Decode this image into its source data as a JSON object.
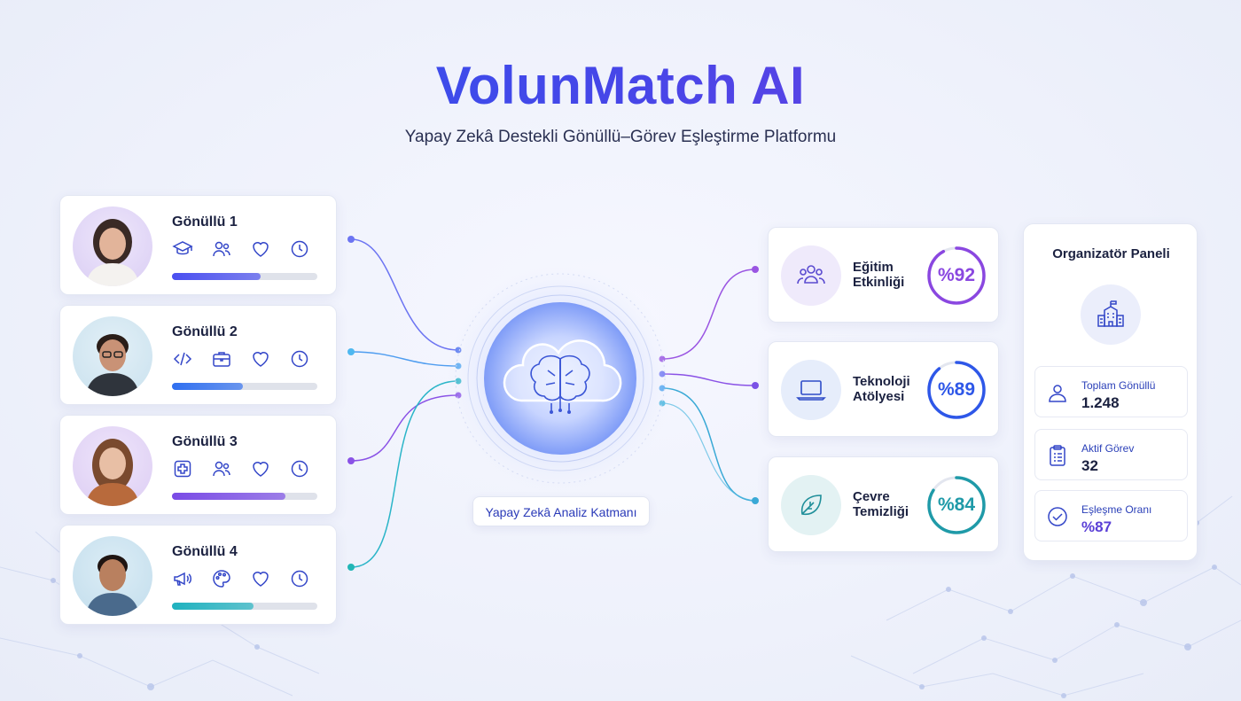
{
  "header": {
    "title": "VolunMatch AI",
    "subtitle": "Yapay Zekâ Destekli Gönüllü–Görev Eşleştirme Platformu"
  },
  "volunteers": [
    {
      "name": "Gönüllü 1",
      "icons": [
        "graduation-cap-icon",
        "users-icon",
        "heart-icon",
        "clock-icon"
      ],
      "progress": 0.61,
      "color": "#4a4ff0"
    },
    {
      "name": "Gönüllü 2",
      "icons": [
        "code-icon",
        "briefcase-icon",
        "heart-icon",
        "clock-icon"
      ],
      "progress": 0.49,
      "color": "#2f6ff0"
    },
    {
      "name": "Gönüllü 3",
      "icons": [
        "medical-cross-icon",
        "users-icon",
        "heart-icon",
        "clock-icon"
      ],
      "progress": 0.78,
      "color": "#7a4be6"
    },
    {
      "name": "Gönüllü 4",
      "icons": [
        "megaphone-icon",
        "palette-icon",
        "heart-icon",
        "clock-icon"
      ],
      "progress": 0.56,
      "color": "#1fb2bf"
    }
  ],
  "ai_layer": {
    "label": "Yapay Zekâ Analiz Katmanı"
  },
  "tasks": [
    {
      "name_line1": "Eğitim",
      "name_line2": "Etkinliği",
      "score": "%92",
      "value": 92,
      "icon": "group-icon",
      "color": "#8a47e0",
      "icon_bg": "#efeafb"
    },
    {
      "name_line1": "Teknoloji",
      "name_line2": "Atölyesi",
      "score": "%89",
      "value": 89,
      "icon": "laptop-icon",
      "color": "#2e57e8",
      "icon_bg": "#e6edfb"
    },
    {
      "name_line1": "Çevre",
      "name_line2": "Temizliği",
      "score": "%84",
      "value": 84,
      "icon": "leaf-icon",
      "color": "#1f9aa8",
      "icon_bg": "#e3f2f3"
    }
  ],
  "organizer": {
    "title": "Organizatör Paneli",
    "stats": [
      {
        "label": "Toplam Gönüllü",
        "value": "1.248",
        "icon": "person-icon",
        "value_color": "#1b2140"
      },
      {
        "label": "Aktif Görev",
        "value": "32",
        "icon": "clipboard-icon",
        "value_color": "#1b2140"
      },
      {
        "label": "Eşleşme Oranı",
        "value": "%87",
        "icon": "check-circle-icon",
        "value_color": "#5a3fd6"
      }
    ]
  }
}
